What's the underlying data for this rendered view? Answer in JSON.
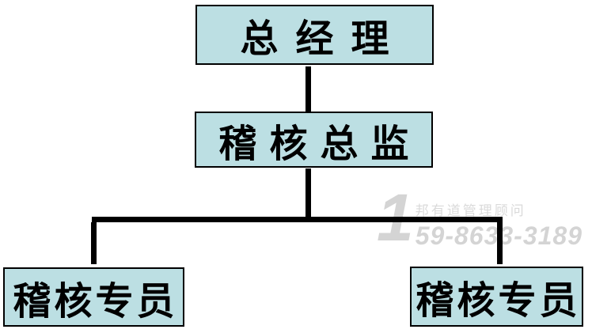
{
  "chart_data": {
    "type": "org-chart",
    "title": "",
    "nodes": [
      {
        "id": "general-manager",
        "label": "总经理",
        "level": 1
      },
      {
        "id": "audit-director",
        "label": "稽核总监",
        "level": 2
      },
      {
        "id": "audit-specialist-left",
        "label": "稽核专员",
        "level": 3
      },
      {
        "id": "audit-specialist-right",
        "label": "稽核专员",
        "level": 3
      }
    ],
    "edges": [
      {
        "from": "general-manager",
        "to": "audit-director"
      },
      {
        "from": "audit-director",
        "to": "audit-specialist-left"
      },
      {
        "from": "audit-director",
        "to": "audit-specialist-right"
      }
    ]
  },
  "colors": {
    "page_bg": "#ffffff",
    "node_fill": "#bcdfe3",
    "node_border": "#000000",
    "line_color": "#000000",
    "watermark_gray": "#d4d4d4",
    "watermark_light_gray": "#dadada"
  },
  "watermark": {
    "big_digit": "1",
    "company": "邦有道管理顾问",
    "phone": "59-8633-3189"
  }
}
